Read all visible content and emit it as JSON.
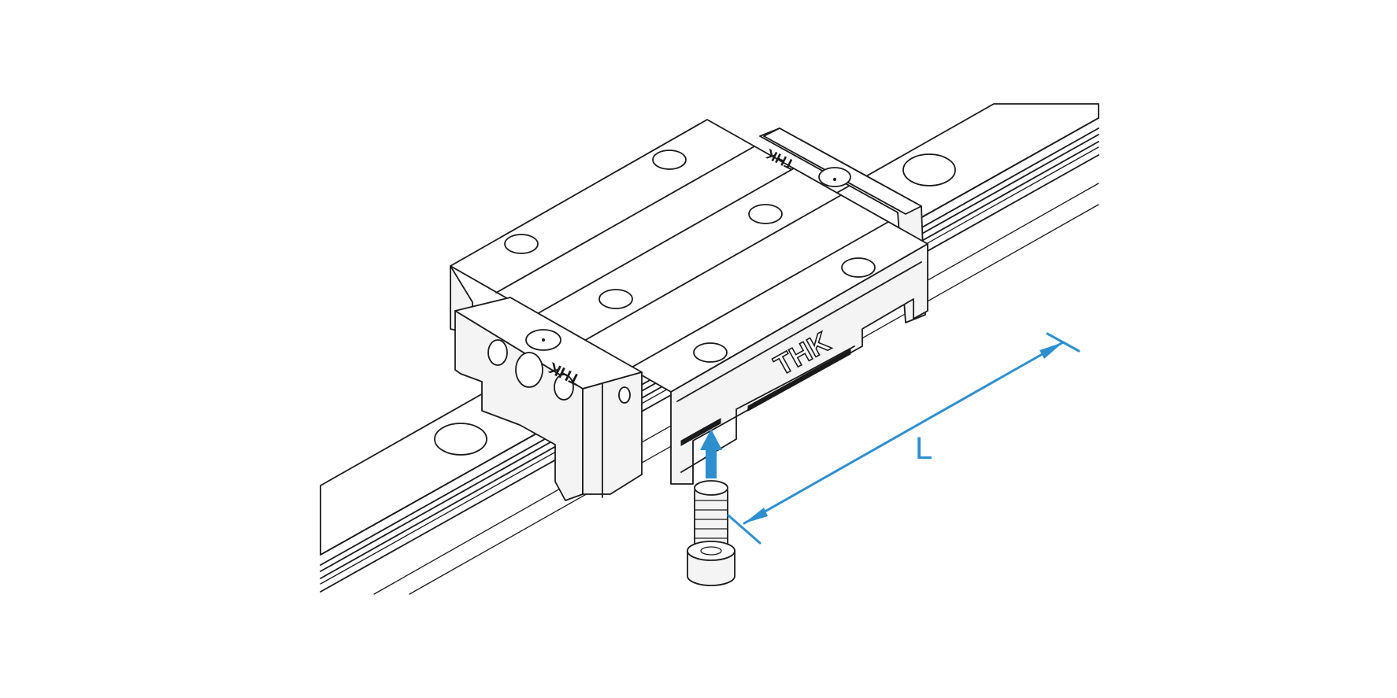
{
  "diagram": {
    "dimension_label": "L",
    "logo_side": "THK",
    "logo_end_front": "THK",
    "logo_end_back": "THK",
    "colors": {
      "line": "#1a1a1a",
      "dimension": "#2e8fcf",
      "background": "#ffffff"
    }
  }
}
